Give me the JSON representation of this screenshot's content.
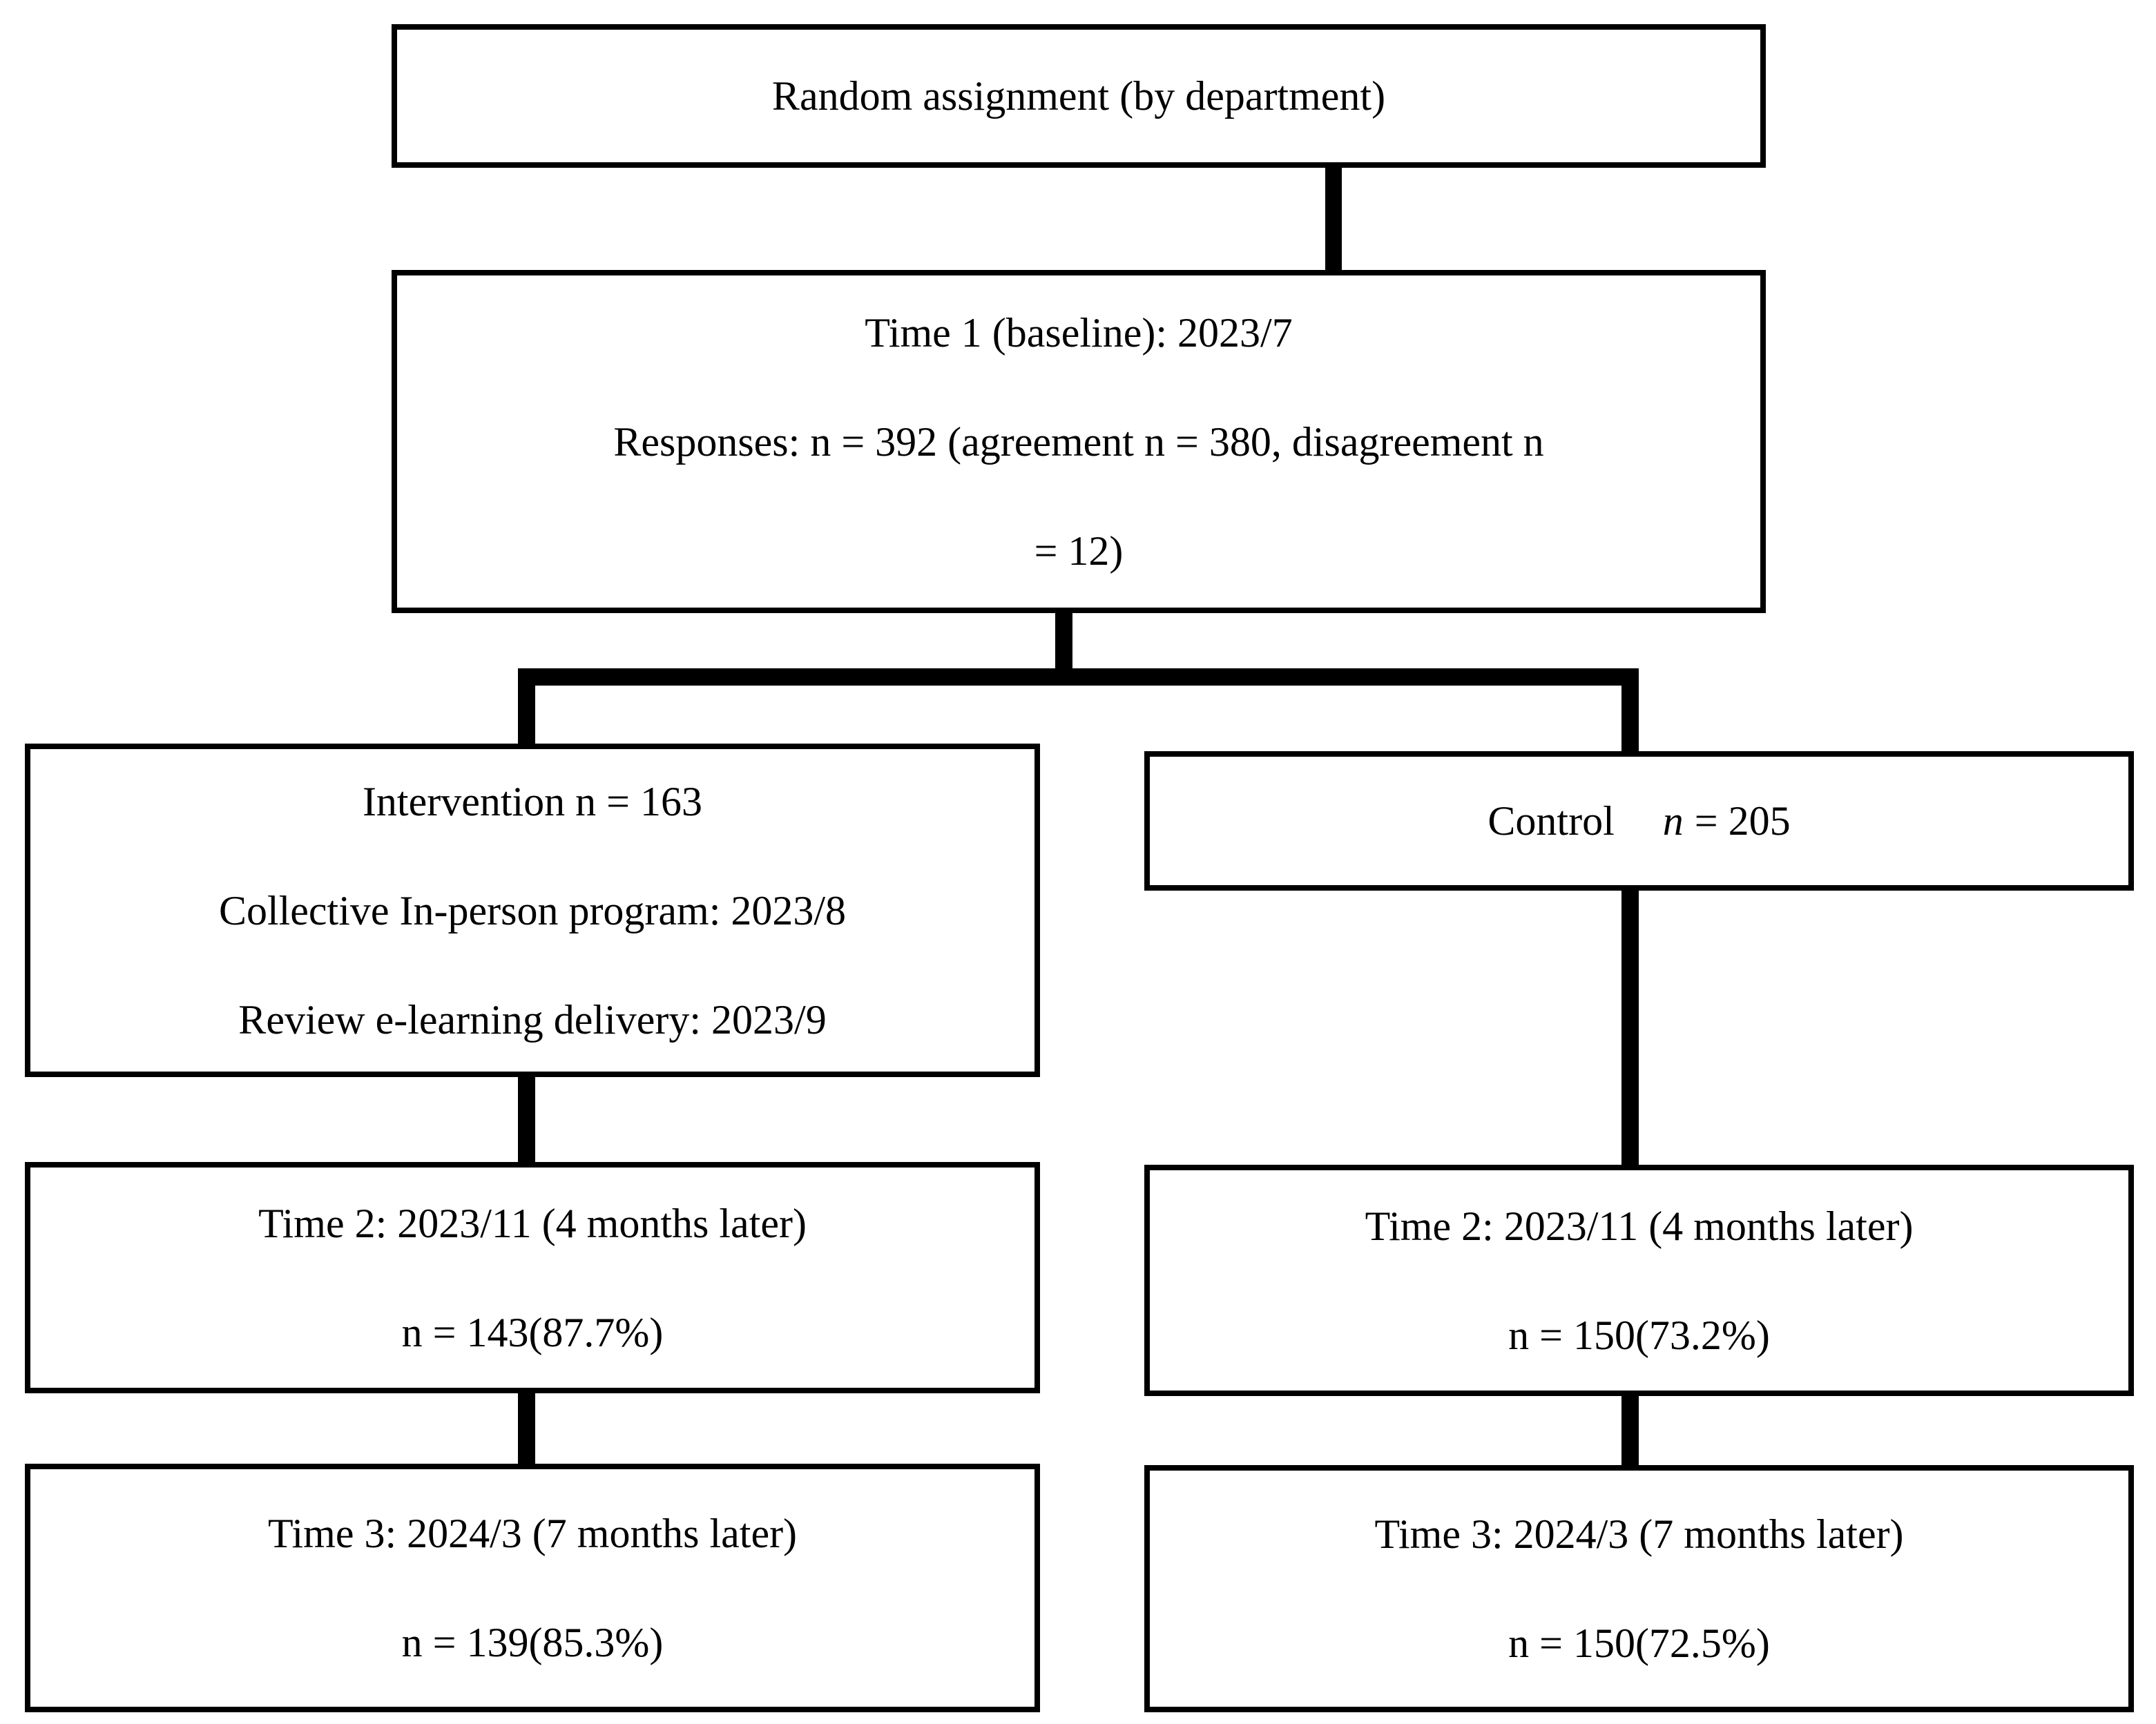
{
  "figure": {
    "background_color": "#ffffff",
    "line_color": "#000000",
    "description": "Randomized study flow diagram"
  },
  "boxes": {
    "random_assignment": {
      "title": "Random assignment (by department)"
    },
    "time1": {
      "lines": [
        "Time 1 (baseline): 2023/7",
        "Responses: n = 392 (agreement n = 380, disagreement n",
        "= 12)"
      ]
    },
    "intervention": {
      "lines": [
        "Intervention n = 163",
        "Collective In-person program: 2023/8",
        "Review e-learning delivery: 2023/9"
      ]
    },
    "control": {
      "label": "Control",
      "n_var": "n",
      "n_value": "= 205"
    },
    "time2_intervention": {
      "lines": [
        "Time 2: 2023/11 (4 months later)",
        "n = 143(87.7%)"
      ]
    },
    "time2_control": {
      "lines": [
        "Time 2: 2023/11 (4 months later)",
        "n = 150(73.2%)"
      ]
    },
    "time3_intervention": {
      "lines": [
        "Time 3: 2024/3 (7 months later)",
        "n = 139(85.3%)"
      ]
    },
    "time3_control": {
      "lines": [
        "Time 3: 2024/3 (7 months later)",
        "n = 150(72.5%)"
      ]
    }
  }
}
